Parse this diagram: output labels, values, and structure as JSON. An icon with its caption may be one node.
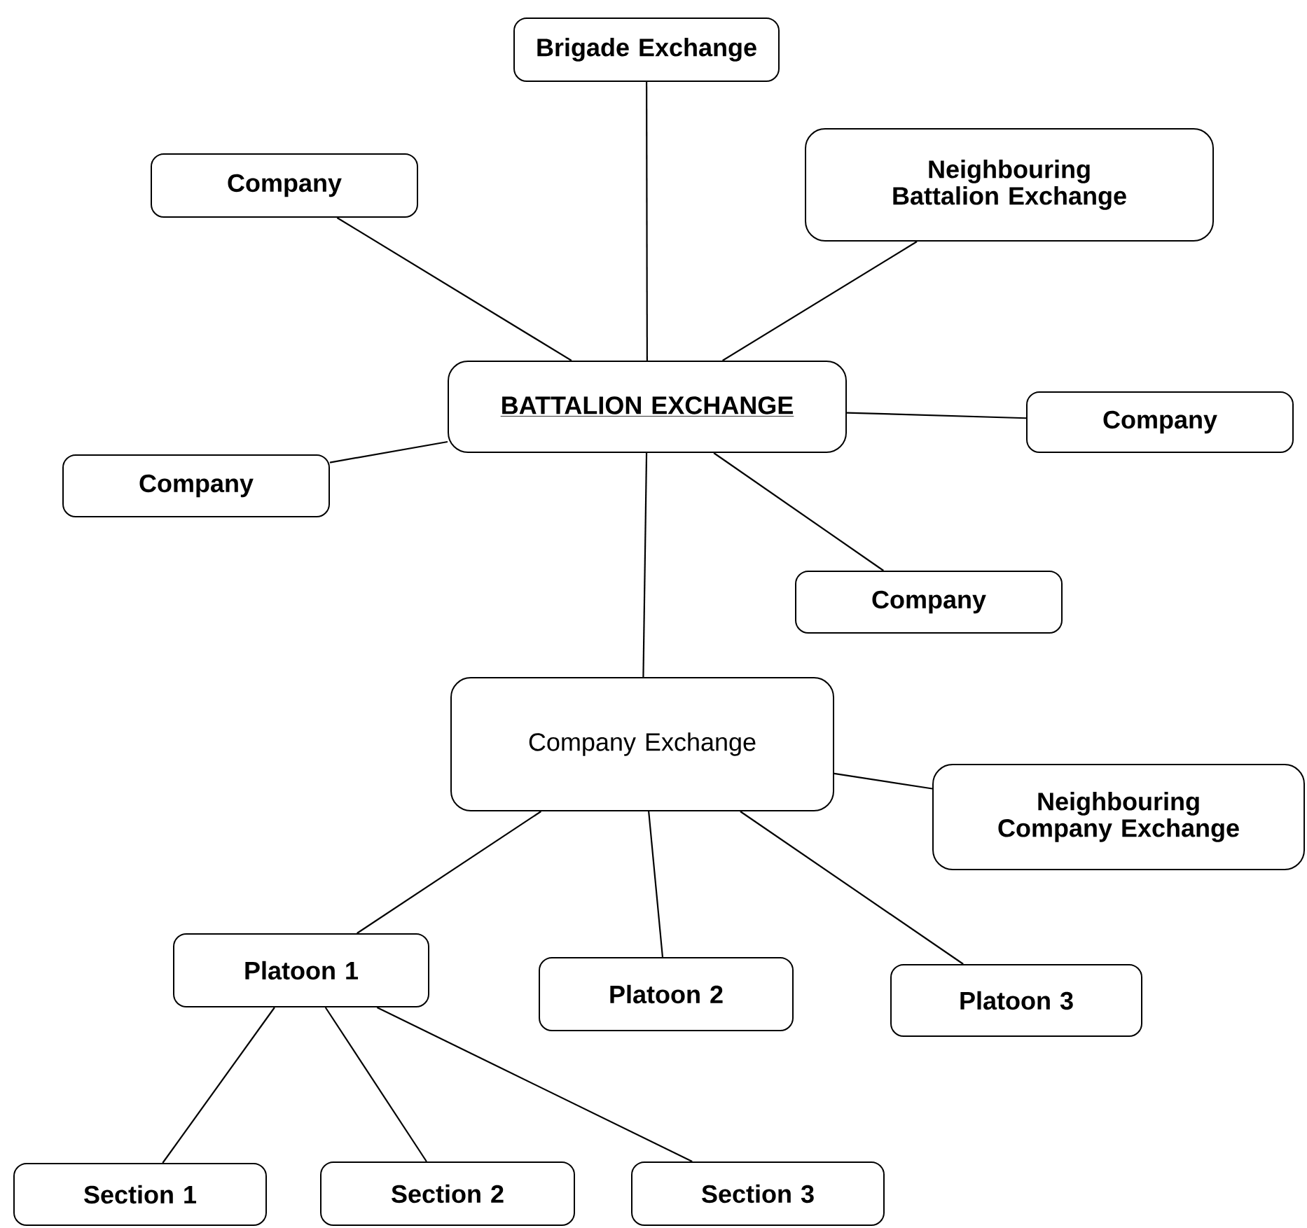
{
  "diagram": {
    "nodes": [
      {
        "text": [
          "Brigade Exchange"
        ]
      },
      {
        "text": [
          "Neighbouring Battalion Exchange"
        ]
      },
      {
        "text": [
          "Company"
        ]
      },
      {
        "text": [
          "BATTALION EXCHANGE"
        ]
      },
      {
        "text": [
          "Company"
        ]
      },
      {
        "text": [
          "Company"
        ]
      },
      {
        "text": [
          "Company"
        ]
      },
      {
        "text": [
          "Company Exchange"
        ]
      },
      {
        "text": [
          "Neighbouring Company Exchange"
        ]
      },
      {
        "text": [
          "Platoon 1"
        ]
      },
      {
        "text": [
          "Platoon 2"
        ]
      },
      {
        "text": [
          "Platoon 3"
        ]
      },
      {
        "text": [
          "Section 1"
        ]
      },
      {
        "text": [
          "Section 2"
        ]
      },
      {
        "text": [
          "Section 3"
        ]
      }
    ],
    "edges": [
      {
        "from": 3,
        "to": 0,
        "arrow": "none"
      },
      {
        "from": 3,
        "to": 1,
        "arrow": "none"
      },
      {
        "from": 3,
        "to": 2,
        "arrow": "none"
      },
      {
        "from": 3,
        "to": 4,
        "arrow": "none"
      },
      {
        "from": 3,
        "to": 5,
        "arrow": "none"
      },
      {
        "from": 3,
        "to": 6,
        "arrow": "none"
      },
      {
        "from": 3,
        "to": 7,
        "arrow": "none"
      },
      {
        "from": 7,
        "to": 8,
        "arrow": "none"
      },
      {
        "from": 7,
        "to": 9,
        "arrow": "none"
      },
      {
        "from": 7,
        "to": 10,
        "arrow": "none"
      },
      {
        "from": 7,
        "to": 11,
        "arrow": "none"
      },
      {
        "from": 9,
        "to": 12,
        "arrow": "none"
      },
      {
        "from": 9,
        "to": 13,
        "arrow": "none"
      },
      {
        "from": 9,
        "to": 14,
        "arrow": "none"
      }
    ]
  }
}
